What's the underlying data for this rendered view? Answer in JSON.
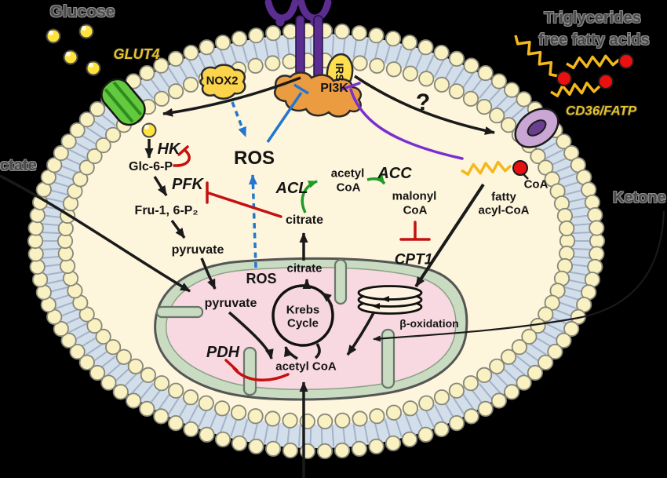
{
  "extracellular": {
    "glucose_label": "Glucose",
    "glut4_label": "GLUT4",
    "triglycerides_label": "Triglycerides",
    "free_fatty_acids_label": "free fatty acids",
    "cd36_fatp_label": "CD36/FATP",
    "lactate_label": "ctate",
    "ketones_label": "Ketone"
  },
  "receptor_complex": {
    "nox2_label": "NOX2",
    "irs_label": "IRS",
    "pi3k_label": "PI3K",
    "question_label": "?"
  },
  "cytosol": {
    "ros_label": "ROS",
    "hk_label": "HK",
    "glc6p_label": "Glc-6-P",
    "pfk_label": "PFK",
    "fru16p2_label": "Fru-1, 6-P₂",
    "pyruvate_label": "pyruvate",
    "citrate_label": "citrate",
    "acl_label": "ACL",
    "acetyl_label": "acetyl",
    "acetyl_coa_label": "CoA",
    "acc_label": "ACC",
    "malonyl_label": "malonyl",
    "malonyl_coa_label": "CoA",
    "cpt1_label": "CPT1",
    "coa_head_label": "CoA",
    "fatty_label": "fatty",
    "acyl_coa_label": "acyl-CoA"
  },
  "mitochondrion": {
    "ros_label": "ROS",
    "citrate_label": "citrate",
    "krebs_label_line1": "Krebs",
    "krebs_label_line2": "Cycle",
    "pyruvate_label": "pyruvate",
    "pdh_label": "PDH",
    "acetyl_coa_label": "acetyl CoA",
    "beta_oxidation_label": "β-oxidation"
  },
  "colors": {
    "background": "#000000",
    "cytosol_fill": "#fdf5dc",
    "membrane_band": "#d3deeb",
    "membrane_bead": "#faf1c2",
    "mito_outer": "#c9dcc2",
    "mito_inner": "#f8d9e2",
    "inhibition_red": "#c41111",
    "activation_green": "#1f9b27",
    "ros_blue": "#2276cf",
    "insulin_purple": "#7a2fd0",
    "receptor_purple": "#5b2d91",
    "nox2_yellow": "#fbd44c",
    "pi3k_orange": "#ec9c40",
    "glut4_green": "#63c93e",
    "cd36_lavender": "#c9a6d4",
    "fatty_acid_yellow": "#f5b81c",
    "fa_head_red": "#e81010",
    "glucose_yellow": "#ffe23e"
  }
}
